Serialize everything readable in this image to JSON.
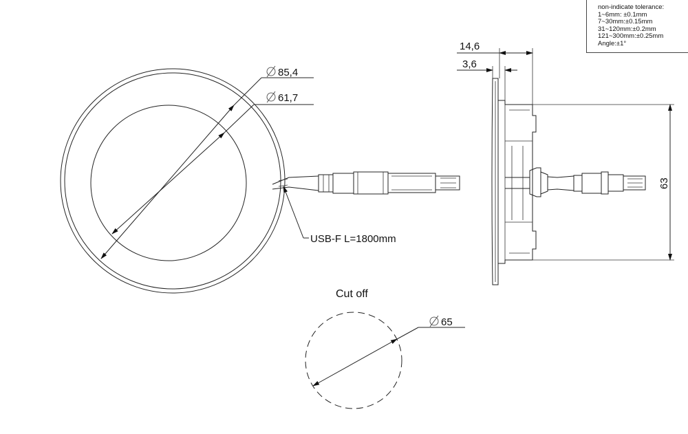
{
  "tolerance": {
    "title": "non-indicate tolerance:",
    "lines": [
      "1~6mm: ±0.1mm",
      "7~30mm:±0.15mm",
      "31~120mm:±0.2mm",
      "121~300mm:±0.25mm",
      "Angle:±1°"
    ]
  },
  "front_view": {
    "outer_diameter": "85,4",
    "inner_diameter": "61,7",
    "cable_label": "USB-F L=1800mm",
    "diameter_symbol": "∅"
  },
  "side_view": {
    "depth_total": "14,6",
    "flange_thickness": "3,6",
    "body_height": "63"
  },
  "cutout": {
    "title": "Cut off",
    "diameter": "65"
  }
}
